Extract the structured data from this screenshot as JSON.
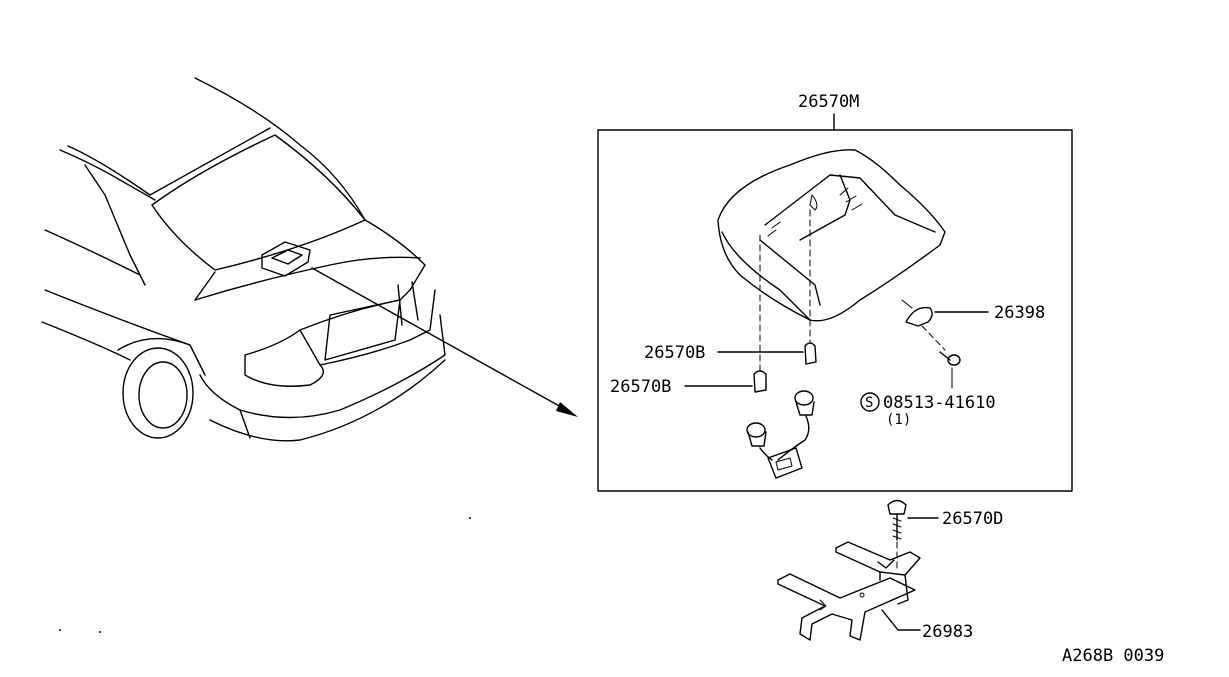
{
  "labels": {
    "assembly": "26570M",
    "bulb_upper": "26570B",
    "bulb_lower": "26570B",
    "clip": "26398",
    "screw_code": "08513-41610",
    "screw_qty": "(1)",
    "screw_prefix": "S",
    "bracket_screw": "26570D",
    "bracket": "26983",
    "diagram_id": "A268B 0039"
  }
}
